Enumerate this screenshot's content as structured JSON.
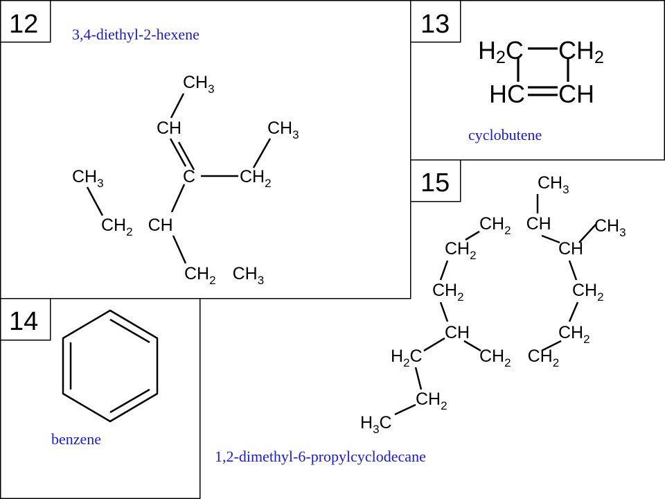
{
  "colors": {
    "caption": "#1a1acc",
    "ink": "#000000",
    "background": "#ffffff"
  },
  "panels": [
    {
      "number": "12",
      "caption": "3,4-diethyl-2-hexene"
    },
    {
      "number": "13",
      "caption": "cyclobutene"
    },
    {
      "number": "14",
      "caption": "benzene"
    },
    {
      "number": "15",
      "caption": "1,2-dimethyl-6-propylcyclodecane"
    }
  ],
  "molecule_12": {
    "ch3_top": {
      "base": "CH",
      "sub": "3"
    },
    "ch_upper": "CH",
    "ch3_right": {
      "base": "CH",
      "sub": "3"
    },
    "ch3_left": {
      "base": "CH",
      "sub": "3"
    },
    "c_center": "C",
    "ch2_right": {
      "base": "CH",
      "sub": "2"
    },
    "ch2_ch": {
      "base": "CH",
      "sub": "2",
      "tail": "CH"
    },
    "ch2_ch3": {
      "base": "CH",
      "sub": "2",
      "tail": "CH",
      "tail_sub": "3"
    }
  },
  "molecule_13": {
    "h2c_left": {
      "pre": "H",
      "sub": "2",
      "base": "C"
    },
    "ch2_right": {
      "base": "CH",
      "sub": "2"
    },
    "hc_left": "HC",
    "ch_right": "CH"
  },
  "molecule_15": {
    "ch3_top": {
      "base": "CH",
      "sub": "3"
    },
    "ch2_ch": {
      "base": "CH",
      "sub": "2",
      "tail": "CH"
    },
    "ch3_right": {
      "base": "CH",
      "sub": "3"
    },
    "ch2_a": {
      "base": "CH",
      "sub": "2"
    },
    "ch_right": "CH",
    "ch2_b": {
      "base": "CH",
      "sub": "2"
    },
    "ch2_c": {
      "base": "CH",
      "sub": "2"
    },
    "ch_left": "CH",
    "ch2_d": {
      "base": "CH",
      "sub": "2"
    },
    "h2c": {
      "pre": "H",
      "sub": "2",
      "base": "C"
    },
    "ch2_ch2": {
      "base": "CH",
      "sub": "2",
      "tail": "CH",
      "tail_sub": "2"
    },
    "ch2_e": {
      "base": "CH",
      "sub": "2"
    },
    "h3c": {
      "pre": "H",
      "sub": "3",
      "base": "C"
    }
  }
}
